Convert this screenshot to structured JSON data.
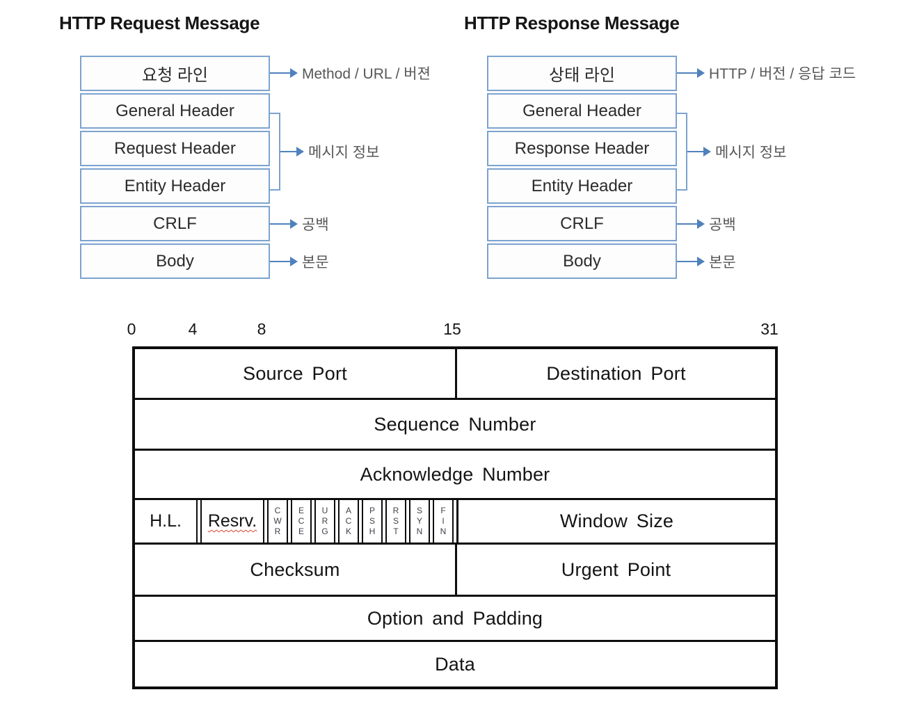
{
  "colors": {
    "box_border_blue": "#7ca3cf",
    "arrow_blue": "#4f81bd",
    "annotation_gray": "#575757",
    "table_line_black": "#0d0d0d",
    "wavy_underline_red": "#d9432c"
  },
  "http_request": {
    "title": "HTTP Request Message",
    "boxes": [
      "요청 라인",
      "General Header",
      "Request Header",
      "Entity Header",
      "CRLF",
      "Body"
    ],
    "annotations": {
      "first_line": "Method / URL / 버젼",
      "headers_group": "메시지 정보",
      "crlf": "공백",
      "body": "본문"
    }
  },
  "http_response": {
    "title": "HTTP Response Message",
    "boxes": [
      "상태 라인",
      "General Header",
      "Response Header",
      "Entity Header",
      "CRLF",
      "Body"
    ],
    "annotations": {
      "first_line": "HTTP / 버전 / 응답 코드",
      "headers_group": "메시지 정보",
      "crlf": "공백",
      "body": "본문"
    }
  },
  "tcp_header": {
    "bit_labels": [
      "0",
      "4",
      "8",
      "15",
      "31"
    ],
    "row1": {
      "source_port": "Source Port",
      "destination_port": "Destination Port"
    },
    "row2": "Sequence Number",
    "row3": "Acknowledge Number",
    "row4": {
      "header_length": "H.L.",
      "reserved": "Resrv.",
      "flags": [
        "CWR",
        "ECE",
        "URG",
        "ACK",
        "PSH",
        "RST",
        "SYN",
        "FIN"
      ],
      "window": "Window Size"
    },
    "row5": {
      "checksum": "Checksum",
      "urgent": "Urgent Point"
    },
    "row6": "Option and Padding",
    "row7": "Data"
  }
}
